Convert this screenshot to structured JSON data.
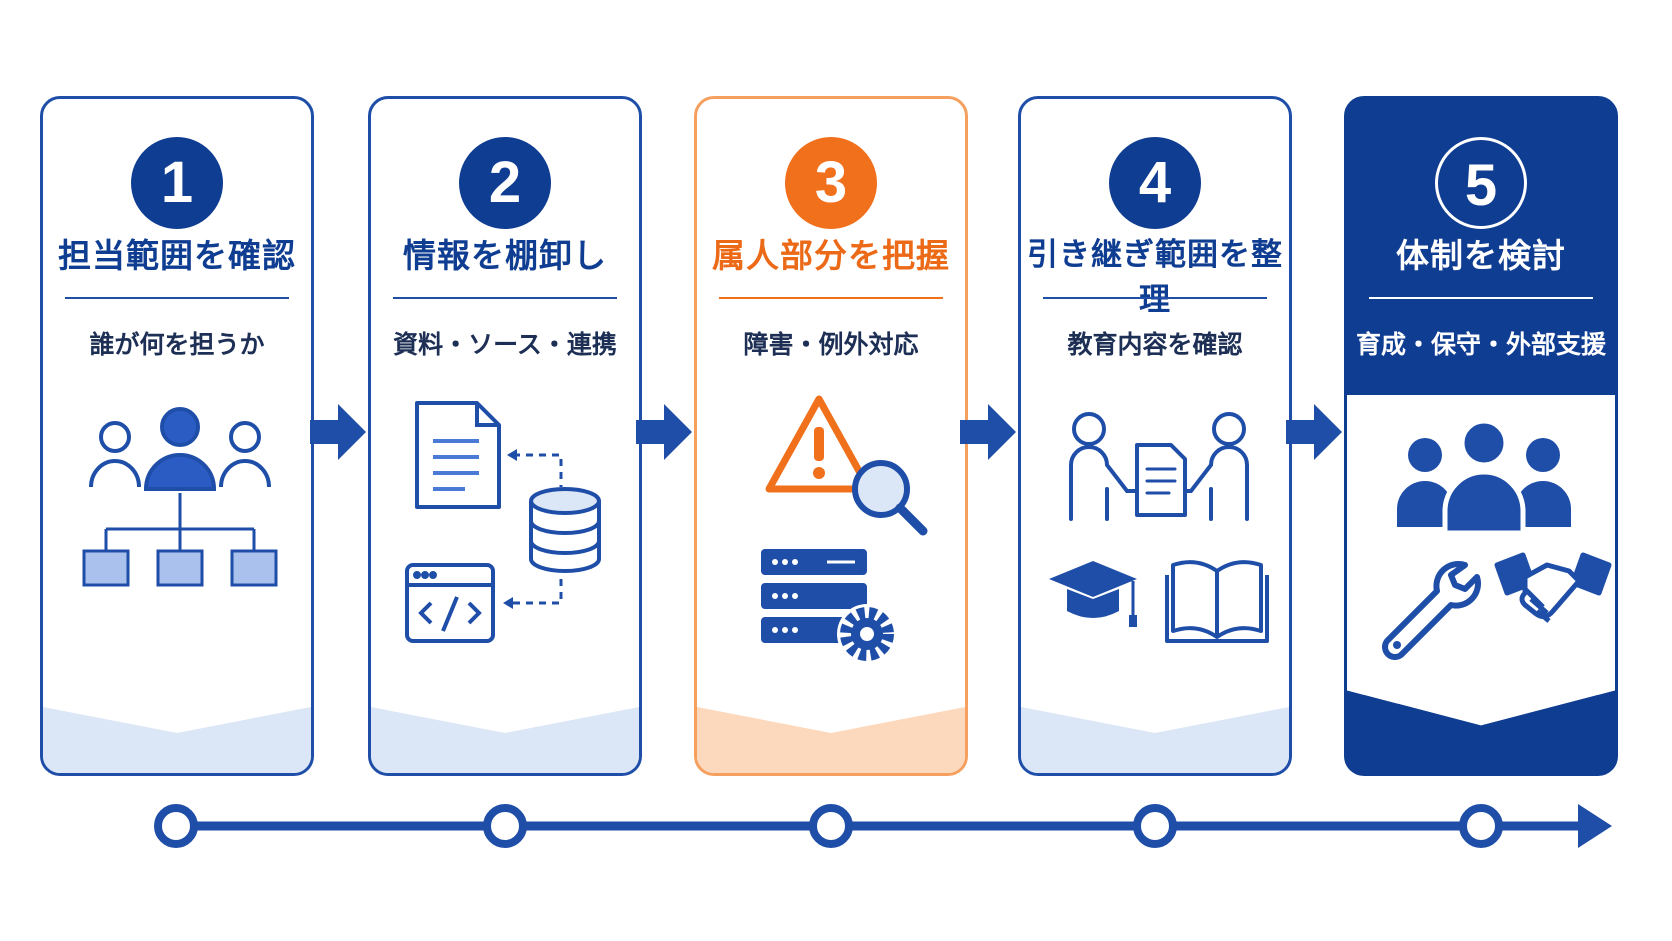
{
  "steps": [
    {
      "number": "1",
      "title": "担当範囲を確認",
      "subtitle": "誰が何を担うか"
    },
    {
      "number": "2",
      "title": "情報を棚卸し",
      "subtitle": "資料・ソース・連携"
    },
    {
      "number": "3",
      "title": "属人部分を把握",
      "subtitle": "障害・例外対応"
    },
    {
      "number": "4",
      "title": "引き継ぎ範囲を整理",
      "subtitle": "教育内容を確認"
    },
    {
      "number": "5",
      "title": "体制を検討",
      "subtitle": "育成・保守・外部支援"
    }
  ],
  "colors": {
    "primary": "#0f3d91",
    "accent_orange": "#f0701c",
    "light_fill": "#dbe6f7",
    "light_orange": "#fcd9bd"
  },
  "icons": [
    [
      "people-group-icon",
      "org-chart-icon"
    ],
    [
      "document-icon",
      "database-icon",
      "code-window-icon"
    ],
    [
      "warning-icon",
      "magnifier-icon",
      "server-gear-icon"
    ],
    [
      "handover-document-icon",
      "graduation-cap-icon",
      "open-book-icon"
    ],
    [
      "team-icon",
      "wrench-icon",
      "handshake-icon"
    ]
  ]
}
